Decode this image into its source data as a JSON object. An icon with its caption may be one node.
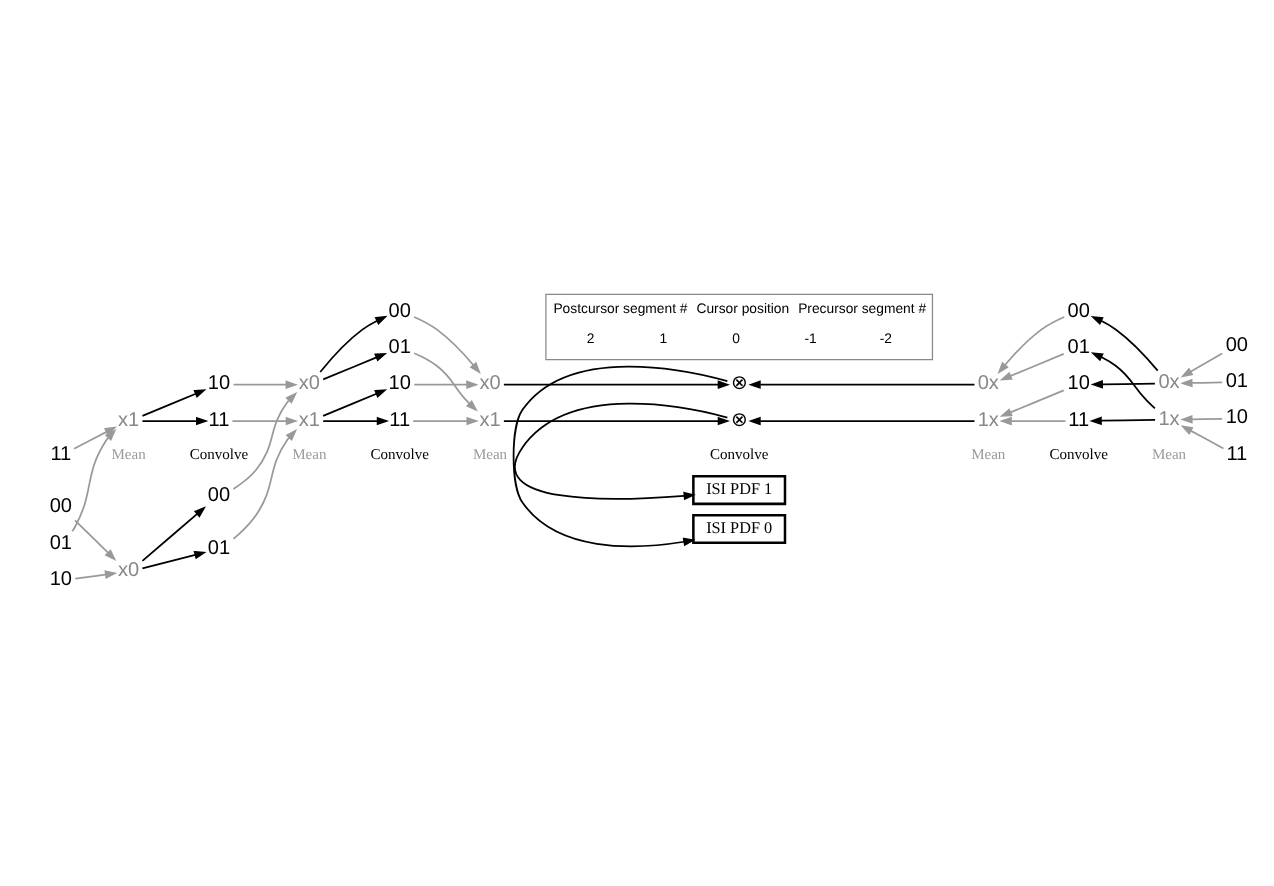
{
  "diagram": {
    "nodes": [
      {
        "text": [
          "Postcursor segment #",
          "Cursor position",
          "Precursor segment #",
          "2",
          "1",
          "0",
          "-1",
          "-2"
        ]
      },
      {
        "text": [
          "00"
        ]
      },
      {
        "text": [
          "01"
        ]
      },
      {
        "text": [
          "10"
        ]
      },
      {
        "text": [
          "11"
        ]
      },
      {
        "text": [
          "x0"
        ]
      },
      {
        "text": [
          "x1"
        ]
      },
      {
        "text": [
          "00"
        ]
      },
      {
        "text": [
          "01"
        ]
      },
      {
        "text": [
          "10"
        ]
      },
      {
        "text": [
          "11"
        ]
      },
      {
        "text": [
          "x0"
        ]
      },
      {
        "text": [
          "x1"
        ]
      },
      {
        "text": [
          "00"
        ]
      },
      {
        "text": [
          "01"
        ]
      },
      {
        "text": [
          "10"
        ]
      },
      {
        "text": [
          "11"
        ]
      },
      {
        "text": [
          "x0"
        ]
      },
      {
        "text": [
          "x1"
        ]
      },
      {
        "text": [
          "⊗"
        ]
      },
      {
        "text": [
          "ISI PDF 0"
        ]
      },
      {
        "text": [
          "⊗"
        ]
      },
      {
        "text": [
          "ISI PDF 1"
        ]
      },
      {
        "text": [
          "0x"
        ]
      },
      {
        "text": [
          "1x"
        ]
      },
      {
        "text": [
          "00"
        ]
      },
      {
        "text": [
          "01"
        ]
      },
      {
        "text": [
          "10"
        ]
      },
      {
        "text": [
          "11"
        ]
      },
      {
        "text": [
          "0x"
        ]
      },
      {
        "text": [
          "1x"
        ]
      },
      {
        "text": [
          "00"
        ]
      },
      {
        "text": [
          "01"
        ]
      },
      {
        "text": [
          "10"
        ]
      },
      {
        "text": [
          "11"
        ]
      }
    ],
    "edges": [
      {
        "from": 1,
        "to": 5,
        "arrow": "to"
      },
      {
        "from": 3,
        "to": 5,
        "arrow": "to"
      },
      {
        "from": 2,
        "to": 6,
        "arrow": "to"
      },
      {
        "from": 4,
        "to": 6,
        "arrow": "to"
      },
      {
        "from": 5,
        "to": 7,
        "arrow": "to",
        "color": "#000000"
      },
      {
        "from": 5,
        "to": 8,
        "arrow": "to",
        "color": "#000000"
      },
      {
        "from": 6,
        "to": 9,
        "arrow": "to",
        "color": "#000000"
      },
      {
        "from": 6,
        "to": 10,
        "arrow": "to",
        "color": "#000000"
      },
      {
        "from": 7,
        "to": 11,
        "arrow": "to"
      },
      {
        "from": 9,
        "to": 11,
        "arrow": "to"
      },
      {
        "from": 8,
        "to": 12,
        "arrow": "to"
      },
      {
        "from": 10,
        "to": 12,
        "arrow": "to"
      },
      {
        "from": 11,
        "to": 13,
        "arrow": "to",
        "color": "#000000"
      },
      {
        "from": 11,
        "to": 14,
        "arrow": "to",
        "color": "#000000"
      },
      {
        "from": 12,
        "to": 15,
        "arrow": "to",
        "color": "#000000"
      },
      {
        "from": 12,
        "to": 16,
        "arrow": "to",
        "color": "#000000"
      },
      {
        "from": 13,
        "to": 17,
        "arrow": "to"
      },
      {
        "from": 15,
        "to": 17,
        "arrow": "to"
      },
      {
        "from": 14,
        "to": 18,
        "arrow": "to"
      },
      {
        "from": 16,
        "to": 18,
        "arrow": "to"
      },
      {
        "from": 17,
        "to": 19,
        "arrow": "to",
        "color": "#000000"
      },
      {
        "from": 23,
        "to": 19,
        "arrow": "to",
        "color": "#000000"
      },
      {
        "from": 19,
        "to": 20,
        "arrow": "to",
        "color": "#000000"
      },
      {
        "from": 18,
        "to": 21,
        "arrow": "to",
        "color": "#000000"
      },
      {
        "from": 24,
        "to": 21,
        "arrow": "to",
        "color": "#000000"
      },
      {
        "from": 21,
        "to": 22,
        "arrow": "to",
        "color": "#000000"
      },
      {
        "from": 25,
        "to": 23,
        "arrow": "to"
      },
      {
        "from": 26,
        "to": 23,
        "arrow": "to"
      },
      {
        "from": 27,
        "to": 24,
        "arrow": "to"
      },
      {
        "from": 28,
        "to": 24,
        "arrow": "to"
      },
      {
        "from": 29,
        "to": 25,
        "arrow": "to",
        "color": "#000000"
      },
      {
        "from": 29,
        "to": 27,
        "arrow": "to",
        "color": "#000000"
      },
      {
        "from": 30,
        "to": 26,
        "arrow": "to",
        "color": "#000000"
      },
      {
        "from": 30,
        "to": 28,
        "arrow": "to",
        "color": "#000000"
      },
      {
        "from": 31,
        "to": 29,
        "arrow": "to"
      },
      {
        "from": 32,
        "to": 29,
        "arrow": "to"
      },
      {
        "from": 33,
        "to": 30,
        "arrow": "to"
      },
      {
        "from": 34,
        "to": 30,
        "arrow": "to"
      }
    ],
    "labels": [
      "Mean",
      "Convolve",
      "Mean",
      "Convolve",
      "Mean",
      "Convolve",
      "Mean",
      "Convolve",
      "Mean"
    ]
  }
}
